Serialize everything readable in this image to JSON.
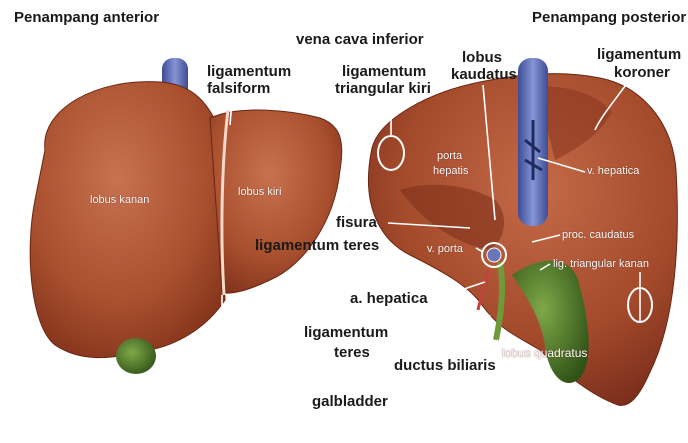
{
  "titles": {
    "anterior": "Penampang anterior",
    "posterior": "Penampang posterior"
  },
  "labels": {
    "vena_cava_inferior": "vena cava inferior",
    "ligamentum_falsiform_1": "ligamentum",
    "ligamentum_falsiform_2": "falsiform",
    "ligamentum_triangular_kiri_1": "ligamentum",
    "ligamentum_triangular_kiri_2": "triangular kiri",
    "lobus_kaudatus_1": "lobus",
    "lobus_kaudatus_2": "kaudatus",
    "ligamentum_koroner_1": "ligamentum",
    "ligamentum_koroner_2": "koroner",
    "lobus_kanan": "lobus kanan",
    "lobus_kiri": "lobus kiri",
    "porta_hepatis_1": "porta",
    "porta_hepatis_2": "hepatis",
    "v_hepatica": "v. hepatica",
    "fisura_1": "fisura",
    "fisura_2": "ligamentum teres",
    "v_porta": "v. porta",
    "proc_caudatus": "proc. caudatus",
    "lig_triangular_kanan": "lig. triangular kanan",
    "a_hepatica": "a. hepatica",
    "ligamentum_teres_1": "ligamentum",
    "ligamentum_teres_2": "teres",
    "ductus_biliaris": "ductus biliaris",
    "lobus_quadratus": "lobus quadratus",
    "gallbladder": "galbladder"
  },
  "colors": {
    "liver": "#a54a2c",
    "liver_dark": "#7a2e18",
    "liver_light": "#c66a48",
    "vena_cava": "#5b6cb0",
    "gallbladder": "#4e7a28",
    "label_line": "#ffffff"
  }
}
